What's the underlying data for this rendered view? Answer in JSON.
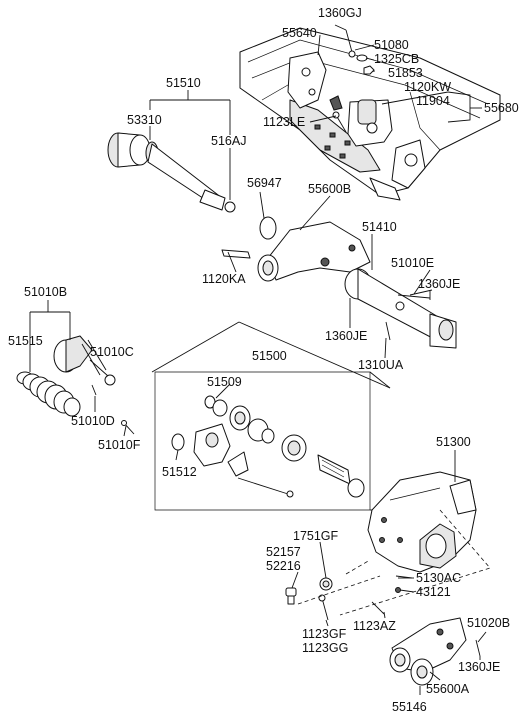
{
  "diagram": {
    "labels": [
      {
        "id": "l-1360gj",
        "text": "1360GJ"
      },
      {
        "id": "l-55640",
        "text": "55640"
      },
      {
        "id": "l-51080",
        "text": "51080"
      },
      {
        "id": "l-1325cb",
        "text": "1325CB"
      },
      {
        "id": "l-51853",
        "text": "51853"
      },
      {
        "id": "l-1120kw",
        "text": "1120KW"
      },
      {
        "id": "l-11904",
        "text": "11904"
      },
      {
        "id": "l-55680",
        "text": "55680"
      },
      {
        "id": "l-51510",
        "text": "51510"
      },
      {
        "id": "l-53310",
        "text": "53310"
      },
      {
        "id": "l-516aj",
        "text": "516AJ"
      },
      {
        "id": "l-1123le",
        "text": "1123LE"
      },
      {
        "id": "l-56947",
        "text": "56947"
      },
      {
        "id": "l-55600b",
        "text": "55600B"
      },
      {
        "id": "l-51410",
        "text": "51410"
      },
      {
        "id": "l-1120ka",
        "text": "1120KA"
      },
      {
        "id": "l-51010e",
        "text": "51010E"
      },
      {
        "id": "l-1360je-top",
        "text": "1360JE"
      },
      {
        "id": "l-51010b",
        "text": "51010B"
      },
      {
        "id": "l-1360je-mid",
        "text": "1360JE"
      },
      {
        "id": "l-51515",
        "text": "51515"
      },
      {
        "id": "l-51010c",
        "text": "51010C"
      },
      {
        "id": "l-51500",
        "text": "51500"
      },
      {
        "id": "l-1310ua",
        "text": "1310UA"
      },
      {
        "id": "l-51509",
        "text": "51509"
      },
      {
        "id": "l-51010d",
        "text": "51010D"
      },
      {
        "id": "l-51010f",
        "text": "51010F"
      },
      {
        "id": "l-51300",
        "text": "51300"
      },
      {
        "id": "l-51512",
        "text": "51512"
      },
      {
        "id": "l-1751gf",
        "text": "1751GF"
      },
      {
        "id": "l-52157",
        "text": "52157"
      },
      {
        "id": "l-52216",
        "text": "52216"
      },
      {
        "id": "l-5130ac",
        "text": "5130AC"
      },
      {
        "id": "l-43121",
        "text": "43121"
      },
      {
        "id": "l-1123gf",
        "text": "1123GF"
      },
      {
        "id": "l-1123gg",
        "text": "1123GG"
      },
      {
        "id": "l-1123az",
        "text": "1123AZ"
      },
      {
        "id": "l-51020b",
        "text": "51020B"
      },
      {
        "id": "l-1360je-bot",
        "text": "1360JE"
      },
      {
        "id": "l-55600a",
        "text": "55600A"
      },
      {
        "id": "l-55146",
        "text": "55146"
      }
    ]
  }
}
